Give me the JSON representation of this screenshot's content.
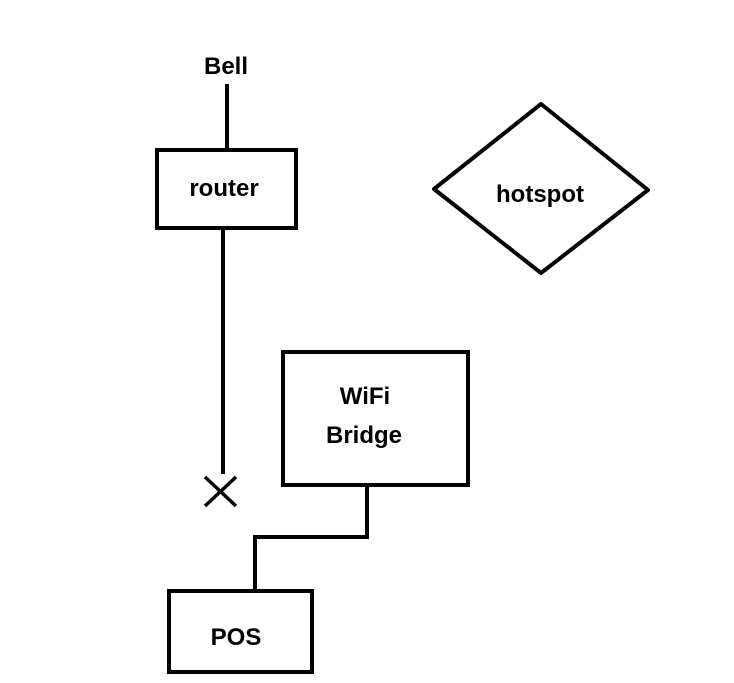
{
  "nodes": {
    "bell": {
      "label": "Bell"
    },
    "router": {
      "label": "router"
    },
    "hotspot": {
      "label": "hotspot"
    },
    "wifi_bridge": {
      "label_line1": "WiFi",
      "label_line2": "Bridge"
    },
    "pos": {
      "label": "POS"
    }
  },
  "connections": [
    {
      "from": "Bell",
      "to": "router",
      "status": "connected"
    },
    {
      "from": "router",
      "to": "",
      "status": "disconnected"
    },
    {
      "from": "WiFi Bridge",
      "to": "POS",
      "status": "connected"
    }
  ],
  "colors": {
    "stroke": "#000000",
    "background": "#ffffff"
  }
}
